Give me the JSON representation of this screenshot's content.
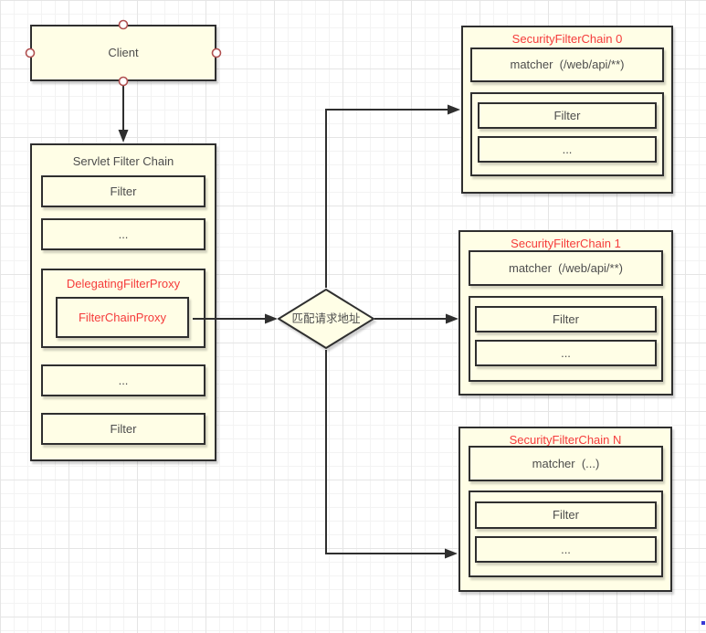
{
  "diagram": {
    "client": {
      "label": "Client"
    },
    "servlet_chain": {
      "title": "Servlet Filter Chain",
      "filter_top": "Filter",
      "ellipsis_top": "...",
      "delegating_proxy_title": "DelegatingFilterProxy",
      "filter_chain_proxy": "FilterChainProxy",
      "ellipsis_bottom": "...",
      "filter_bottom": "Filter"
    },
    "decision": {
      "label": "匹配请求地址"
    },
    "chains": [
      {
        "title": "SecurityFilterChain 0",
        "matcher": "matcher  (/web/api/**)",
        "filter": "Filter",
        "ellipsis": "..."
      },
      {
        "title": "SecurityFilterChain 1",
        "matcher": "matcher  (/web/api/**)",
        "filter": "Filter",
        "ellipsis": "..."
      },
      {
        "title": "SecurityFilterChain N",
        "matcher": "matcher  (...)",
        "filter": "Filter",
        "ellipsis": "..."
      }
    ],
    "colors": {
      "box_fill": "#fffee6",
      "box_border": "#2f2f2f",
      "text": "#4d4d4d",
      "accent_red": "#f53b3b",
      "connection_point": "#b05050",
      "connector": "#2f2f2f"
    }
  }
}
